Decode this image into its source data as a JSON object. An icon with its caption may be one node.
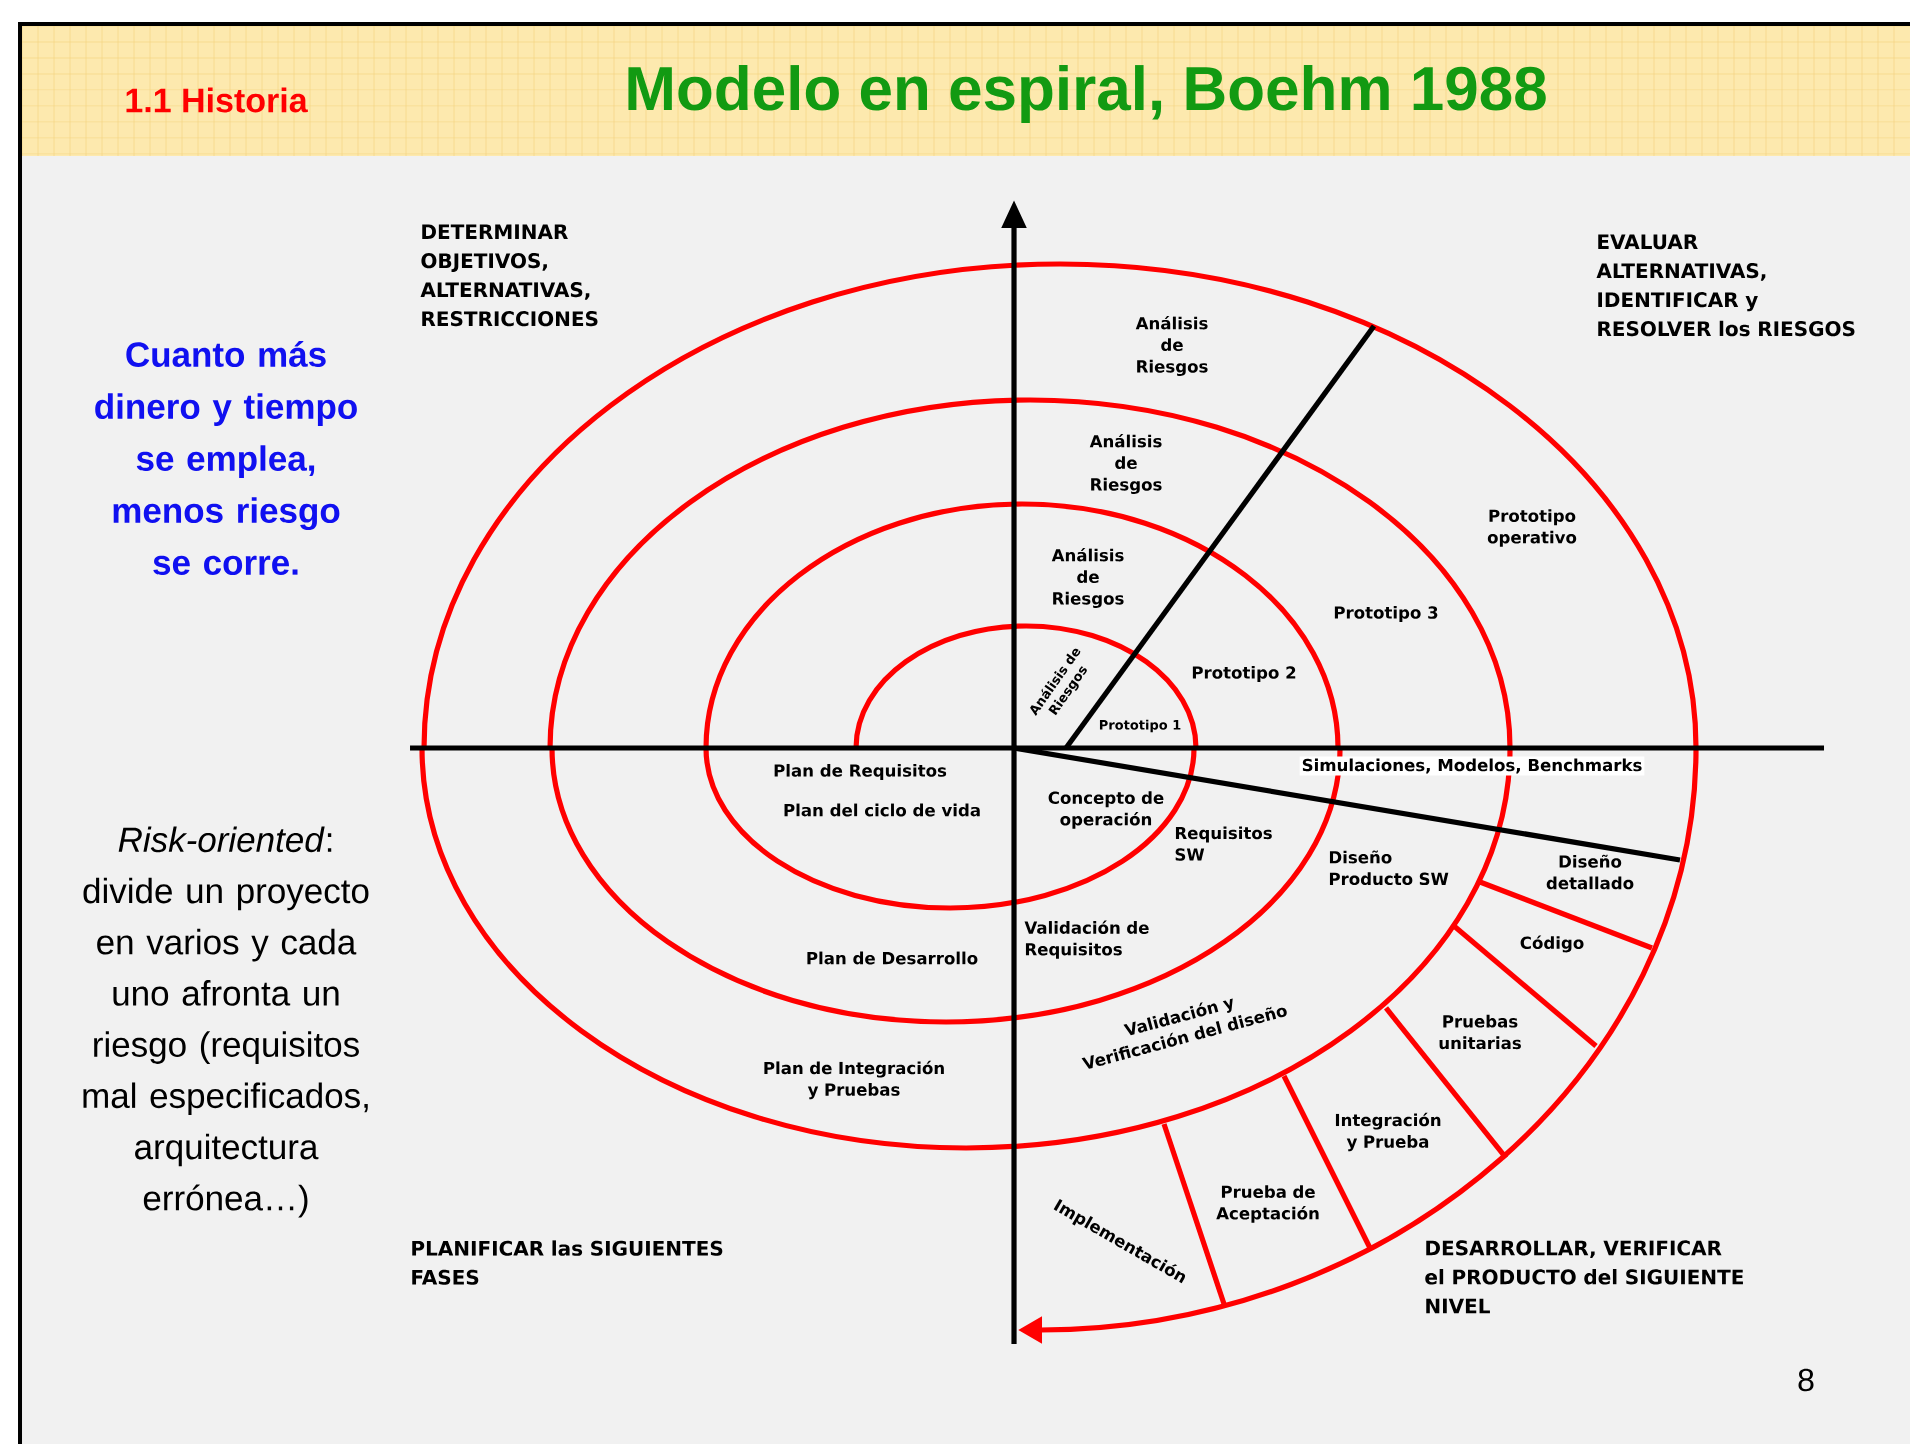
{
  "diagram": {
    "title": "Modelo en espiral, Boehm 1988",
    "labels": [
      "1.1 Historia",
      "DETERMINAR OBJETIVOS, ALTERNATIVAS, RESTRICCIONES",
      "EVALUAR ALTERNATIVAS, IDENTIFICAR y RESOLVER los RIESGOS",
      "Cuanto más dinero y tiempo se emplea, menos riesgo se corre.",
      "Análisis de Riesgos",
      "Análisis de Riesgos",
      "Análisis de Riesgos",
      "Prototipo operativo",
      "Prototipo 3",
      "Análisis de Riesgos",
      "Prototipo 2",
      "Prototipo 1",
      "Plan de Requisitos",
      "Simulaciones, Modelos, Benchmarks",
      "*Risk-oriented*: divide un proyecto en varios y cada uno afronta un riesgo (requisitos mal especificados, arquitectura errónea…)",
      "Plan del ciclo de vida",
      "Concepto de operación",
      "Requisitos SW",
      "Diseño Producto SW",
      "Diseño detallado",
      "Código",
      "Validación de Requisitos",
      "Plan de Desarrollo",
      "Validación y Verificación del diseño",
      "Pruebas unitarias",
      "Plan de Integración y Pruebas",
      "Integración y Prueba",
      "Prueba de Aceptación",
      "Implementación",
      "PLANIFICAR las SIGUIENTES FASES",
      "DESARROLLAR, VERIFICAR el PRODUCTO del SIGUIENTE NIVEL",
      "8"
    ]
  }
}
